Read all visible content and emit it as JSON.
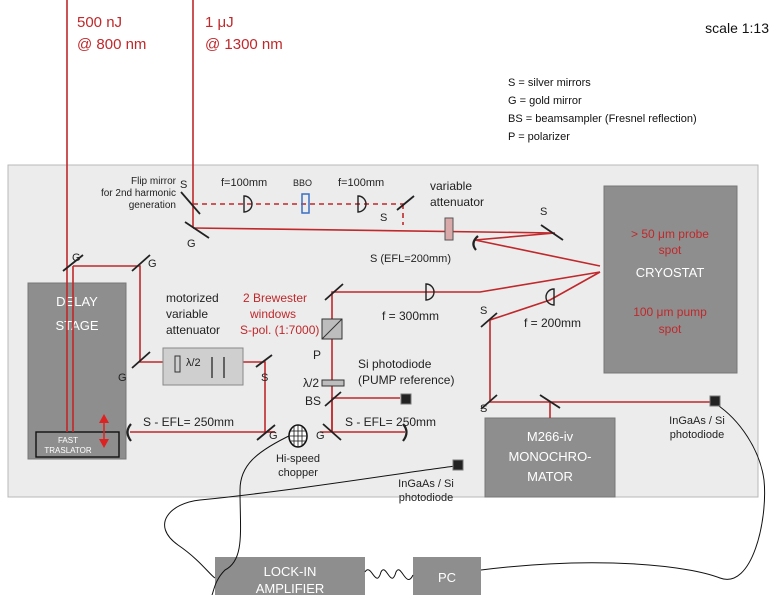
{
  "scale": "scale 1:13",
  "lasers": {
    "beam1_energy": "500 nJ",
    "beam1_wavelength": "@ 800 nm",
    "beam2_energy": "1 μJ",
    "beam2_wavelength": "@ 1300 nm"
  },
  "legend": [
    "S = silver mirrors",
    "G = gold mirror",
    "BS = beamsampler (Fresnel reflection)",
    "P = polarizer"
  ],
  "labels": {
    "flip_mirror": [
      "Flip mirror",
      "for 2nd harmonic",
      "generation"
    ],
    "f100_left": "f=100mm",
    "bbo": "BBO",
    "f100_right": "f=100mm",
    "variable_attenuator": [
      "variable",
      "attenuator"
    ],
    "s_efl_200": "S (EFL=200mm)",
    "motorized": [
      "motorized",
      "variable",
      "attenuator"
    ],
    "lambda_half": "λ/2",
    "brewster": [
      "2 Brewester",
      "windows",
      "S-pol. (1:7000)"
    ],
    "f300": "f = 300mm",
    "f200": "f = 200mm",
    "p": "P",
    "lambda_half_2": "λ/2",
    "bs": "BS",
    "si_photodiode": [
      "Si photodiode",
      "(PUMP reference)"
    ],
    "s_efl_250_left": "S - EFL= 250mm",
    "s_efl_250_right": "S - EFL= 250mm",
    "chopper": [
      "Hi-speed",
      "chopper"
    ],
    "ingaas_center": [
      "InGaAs / Si",
      "photodiode"
    ],
    "ingaas_right": [
      "InGaAs / Si",
      "photodiode"
    ],
    "mirror_s": "S",
    "mirror_g": "G"
  },
  "boxes": {
    "delay_stage": [
      "DELAY",
      "STAGE"
    ],
    "fast_translator": [
      "FAST",
      "TRASLATOR"
    ],
    "cryostat_probe": [
      "> 50 μm probe",
      "spot"
    ],
    "cryostat": "CRYOSTAT",
    "cryostat_pump": [
      "100 μm pump",
      "spot"
    ],
    "monochromator": [
      "M266-iv",
      "MONOCHRO-",
      "MATOR"
    ],
    "lockin": [
      "LOCK-IN",
      "AMPLIFIER"
    ],
    "pc": "PC"
  },
  "colors": {
    "beam": "#c0282b",
    "table": "#ececec",
    "box": "#8e8e8e"
  }
}
